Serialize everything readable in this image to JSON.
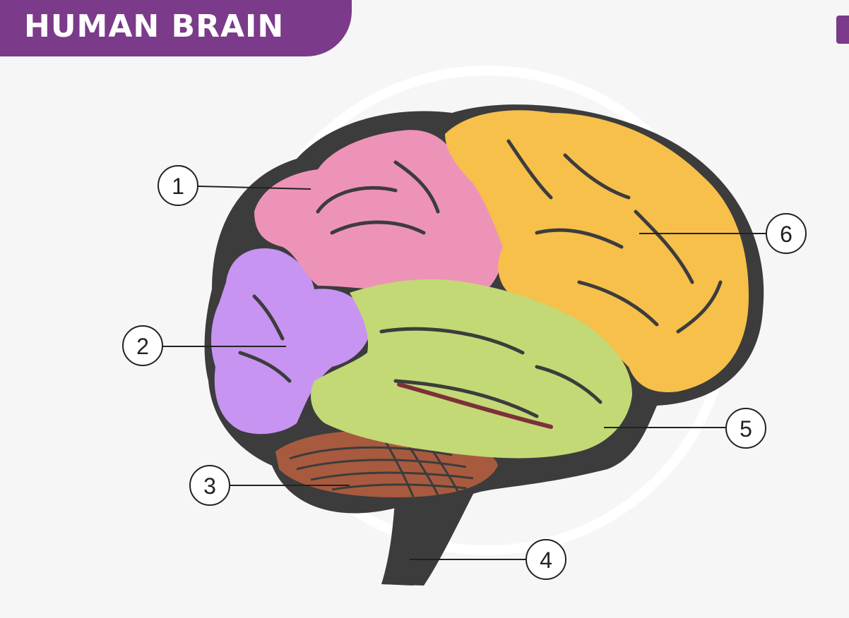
{
  "title": "HUMAN BRAIN",
  "labels": {
    "l1": "1",
    "l2": "2",
    "l3": "3",
    "l4": "4",
    "l5": "5",
    "l6": "6"
  },
  "colors": {
    "banner": "#7b3a8a",
    "frontal_lobe": "#f6c04a",
    "parietal_lobe": "#ee93b8",
    "occipital_lobe": "#c794f2",
    "temporal_lobe": "#c3d975",
    "cerebellum": "#a85a3e",
    "brain_stem": "#3c3c3c"
  }
}
